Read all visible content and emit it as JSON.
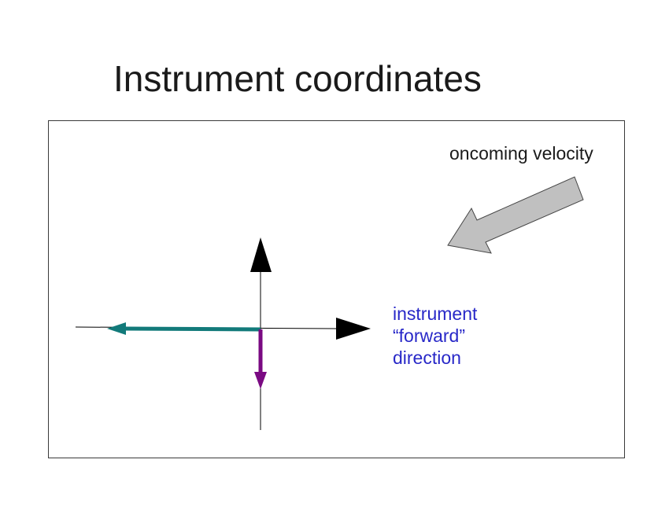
{
  "title": "Instrument coordinates",
  "labels": {
    "oncoming_velocity": "oncoming velocity",
    "forward_lines": [
      "instrument",
      "“forward”",
      "direction"
    ]
  },
  "colors": {
    "text": "#1a1a1a",
    "axis": "#000000",
    "velocity_fill": "#c0c0c0",
    "velocity_stroke": "#444444",
    "teal_vector": "#127a7a",
    "purple_vector": "#7a0a82",
    "forward_label": "#2828c8"
  }
}
